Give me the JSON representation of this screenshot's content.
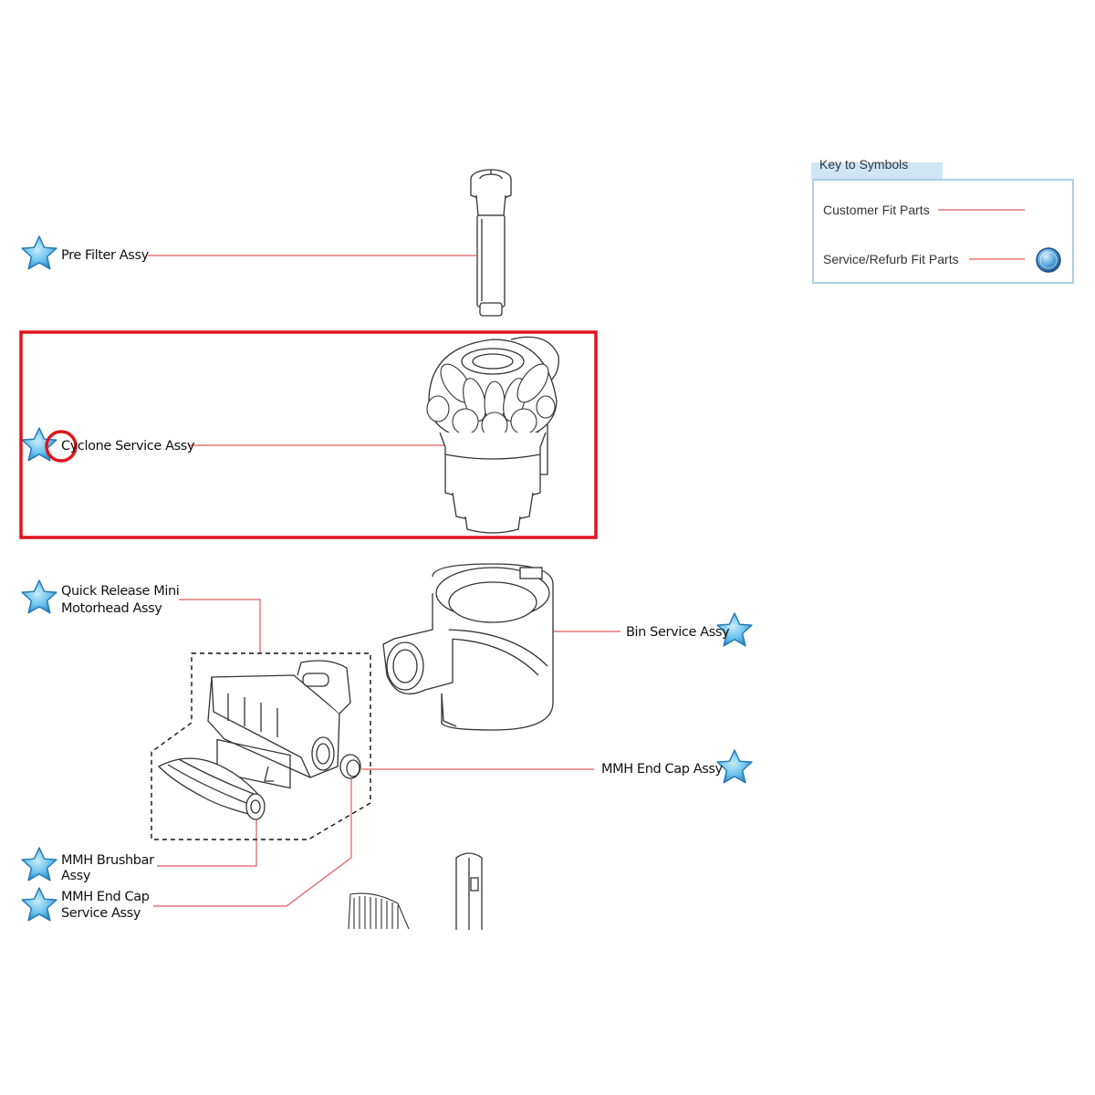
{
  "key": {
    "title": "Key to Symbols",
    "customer_fit": "Customer Fit Parts",
    "service_fit": "Service/Refurb Fit Parts"
  },
  "parts": {
    "pre_filter": "Pre Filter Assy",
    "cyclone": "Cyclone Service Assy",
    "quick_release_1": "Quick Release Mini",
    "quick_release_2": "Motorhead Assy",
    "bin": "Bin Service Assy",
    "mmh_end_cap": "MMH End Cap Assy",
    "brushbar_1": "MMH Brushbar",
    "brushbar_2": "Assy",
    "end_cap_service_1": "MMH End Cap",
    "end_cap_service_2": "Service Assy"
  },
  "colors": {
    "leader": "#e05a5a",
    "highlight": "#e0141c",
    "star": "#5bb8ea",
    "key_border": "#a9cfe8"
  },
  "icons": [
    "star-icon",
    "circle-icon"
  ]
}
